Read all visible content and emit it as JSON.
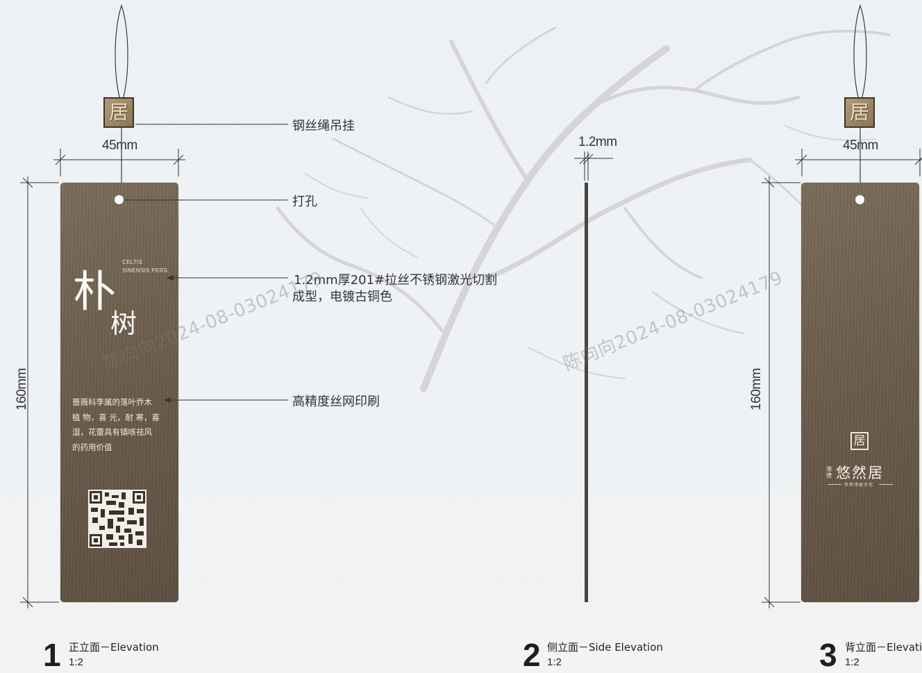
{
  "dimensions": {
    "width_label": "45mm",
    "height_label": "160mm",
    "thickness_label": "1.2mm"
  },
  "callouts": {
    "rope": "钢丝绳吊挂",
    "hole": "打孔",
    "material_line1": "1.2mm厚201#拉丝不锈钢激光切割",
    "material_line2": "成型，电镀古铜色",
    "print": "高精度丝网印刷"
  },
  "tag_front": {
    "seal_char": "居",
    "latin_name_line1": "CELTIS",
    "latin_name_line2": "SINENSIS PERS.",
    "title_char1": "朴",
    "title_char2": "树",
    "description": "蔷薇科李属的落叶乔木\n植 物，喜 光，耐 寒，喜\n湿，花蕾具有镇咳祛风\n的药用价值"
  },
  "tag_back": {
    "seal_char": "居",
    "brand_prefix": "港德",
    "brand_name": "悠然居",
    "brand_tagline": "传世湾居大宅"
  },
  "watermark": {
    "text1": "陈向向2024-08-03024179",
    "text2": "陈向向2024-08-03024179"
  },
  "views": [
    {
      "number": "1",
      "title": "正立面－Elevation",
      "scale": "1:2"
    },
    {
      "number": "2",
      "title": "侧立面－Side Elevation",
      "scale": "1:2"
    },
    {
      "number": "3",
      "title": "背立面－Elevation",
      "scale": "1:2"
    }
  ],
  "colors": {
    "tag_bronze": "#6d5f4d",
    "line": "#333333"
  }
}
